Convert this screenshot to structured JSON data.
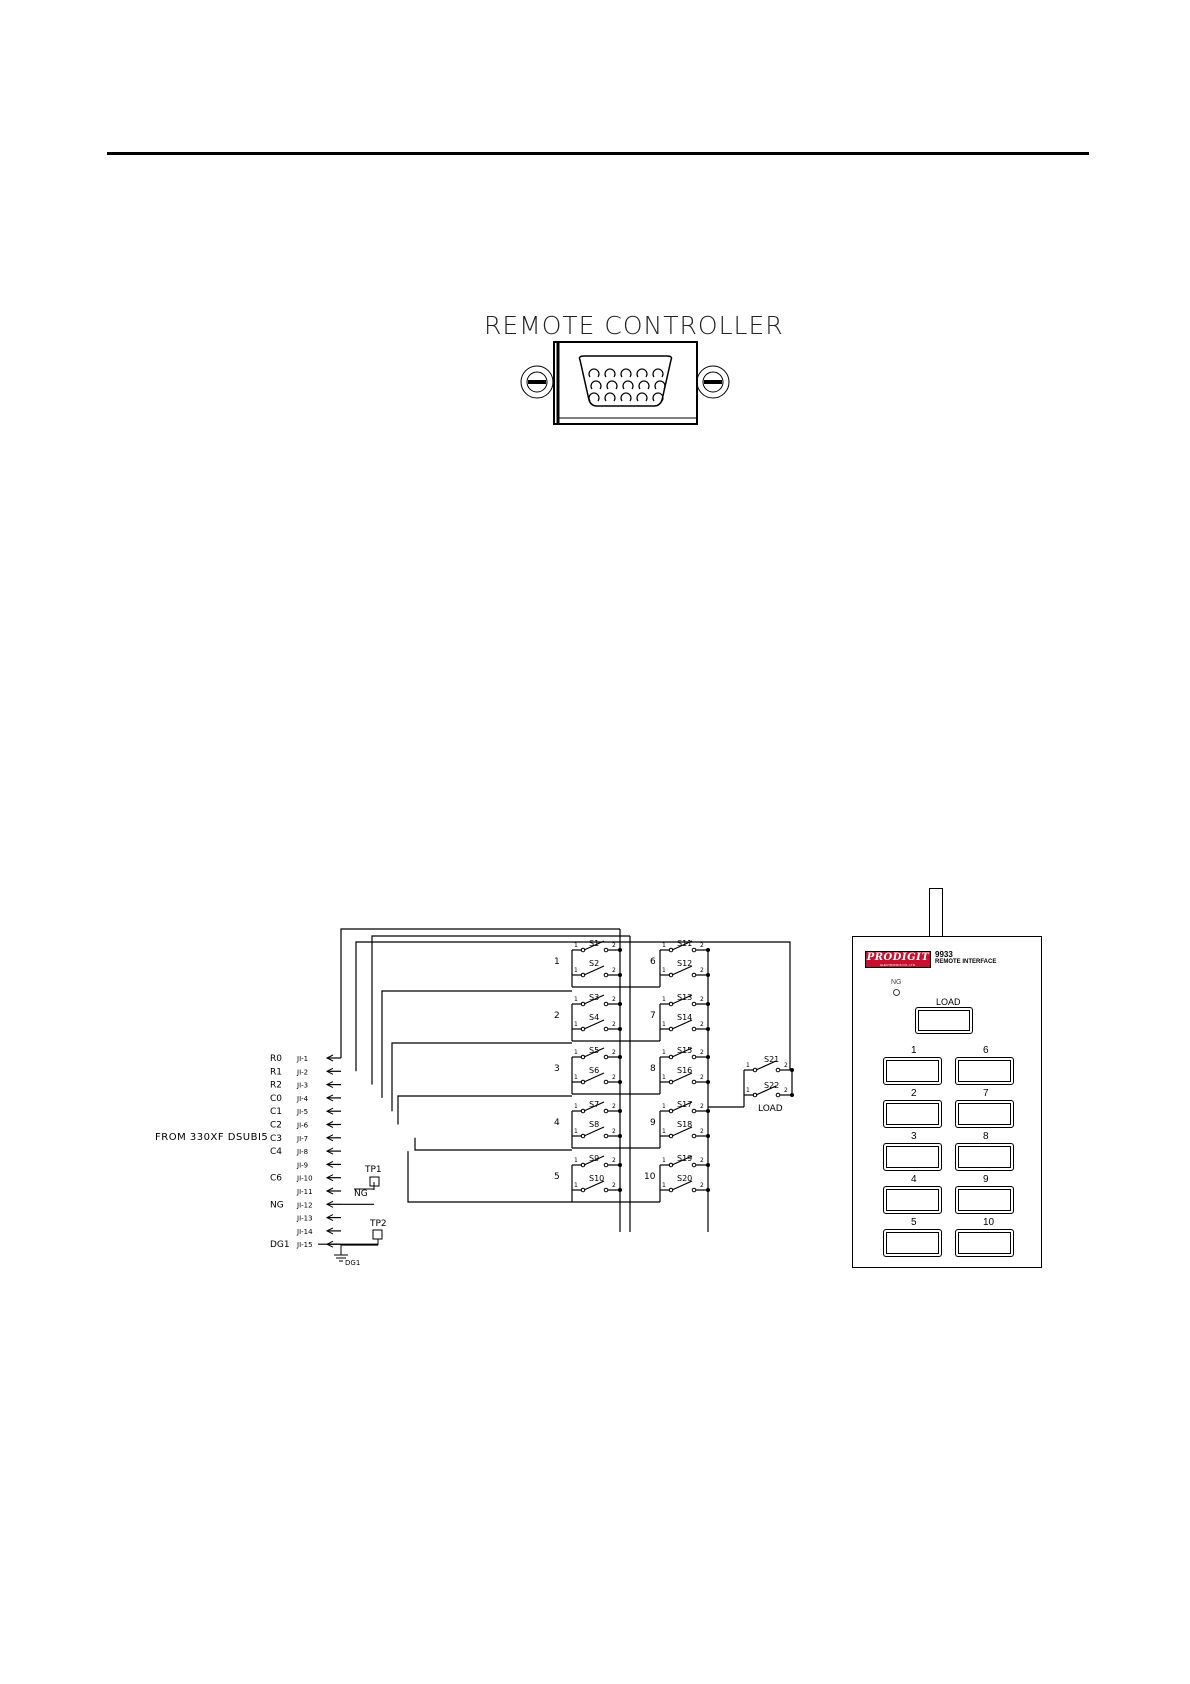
{
  "connector": {
    "title": "REMOTE CONTROLLER",
    "pin_count": 15
  },
  "schematic": {
    "source_label": "FROM 330XF DSUBI5",
    "pins": [
      {
        "signal": "R0",
        "pin": "JI-1"
      },
      {
        "signal": "R1",
        "pin": "JI-2"
      },
      {
        "signal": "R2",
        "pin": "JI-3"
      },
      {
        "signal": "C0",
        "pin": "JI-4"
      },
      {
        "signal": "C1",
        "pin": "JI-5"
      },
      {
        "signal": "C2",
        "pin": "JI-6"
      },
      {
        "signal": "C3",
        "pin": "JI-7"
      },
      {
        "signal": "C4",
        "pin": "JI-8"
      },
      {
        "signal": "",
        "pin": "JI-9"
      },
      {
        "signal": "C6",
        "pin": "JI-10"
      },
      {
        "signal": "",
        "pin": "JI-11"
      },
      {
        "signal": "NG",
        "pin": "JI-12"
      },
      {
        "signal": "",
        "pin": "JI-13"
      },
      {
        "signal": "",
        "pin": "JI-14"
      },
      {
        "signal": "DG1",
        "pin": "JI-15"
      }
    ],
    "tp1": "TP1",
    "tp2": "TP2",
    "ng_label": "NG",
    "dg_label": "DG1",
    "pin_a": "1",
    "pin_b": "2",
    "switch_rows": [
      {
        "left_num": "1",
        "right_num": "6",
        "sw": [
          "S1",
          "S2",
          "S11",
          "S12"
        ]
      },
      {
        "left_num": "2",
        "right_num": "7",
        "sw": [
          "S3",
          "S4",
          "S13",
          "S14"
        ]
      },
      {
        "left_num": "3",
        "right_num": "8",
        "sw": [
          "S5",
          "S6",
          "S15",
          "S16"
        ]
      },
      {
        "left_num": "4",
        "right_num": "9",
        "sw": [
          "S7",
          "S8",
          "S17",
          "S18"
        ]
      },
      {
        "left_num": "5",
        "right_num": "10",
        "sw": [
          "S9",
          "S10",
          "S19",
          "S20"
        ]
      }
    ],
    "load_switches": [
      "S21",
      "S22"
    ],
    "load_label": "LOAD"
  },
  "remote": {
    "brand": "PRODIGIT",
    "brand_sub": "ELECTRONICS CO., LTD.",
    "model": "9933",
    "subtitle": "REMOTE INTERFACE",
    "ng_indicator": "NG",
    "load_button": "LOAD",
    "buttons": [
      "1",
      "2",
      "3",
      "4",
      "5",
      "6",
      "7",
      "8",
      "9",
      "10"
    ],
    "brand_color": "#c8102e"
  }
}
